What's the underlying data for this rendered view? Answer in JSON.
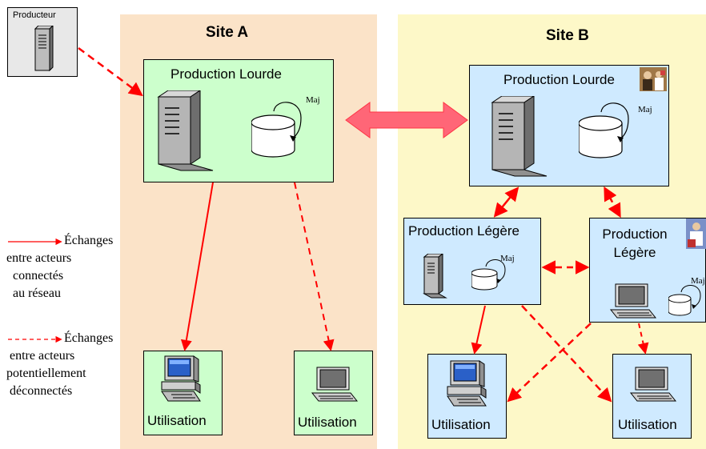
{
  "producer": {
    "label": "Producteur"
  },
  "site_a": {
    "title": "Site A",
    "production": {
      "title": "Production Lourde",
      "maj": "Maj"
    },
    "utilisation_1": {
      "label": "Utilisation"
    },
    "utilisation_2": {
      "label": "Utilisation"
    }
  },
  "site_b": {
    "title": "Site B",
    "production": {
      "title": "Production Lourde",
      "maj": "Maj"
    },
    "legere_1": {
      "title": "Production Légère",
      "maj": "Maj"
    },
    "legere_2": {
      "title_line1": "Production",
      "title_line2": "Légère",
      "maj": "Maj"
    },
    "utilisation_1": {
      "label": "Utilisation"
    },
    "utilisation_2": {
      "label": "Utilisation"
    }
  },
  "legend": {
    "connected": {
      "line1": "Échanges",
      "line2": "entre acteurs",
      "line3": "connectés",
      "line4": "au réseau"
    },
    "disconnected": {
      "line1": "Échanges",
      "line2": "entre  acteurs",
      "line3": "potentiellement",
      "line4": "déconnectés"
    }
  },
  "colors": {
    "site_a_bg": "#fbe3c8",
    "site_b_bg": "#fdf8c8",
    "site_a_box": "#ccffcc",
    "site_b_box": "#cfeaff",
    "arrow": "#ff0000",
    "big_arrow": "#ff6677"
  }
}
